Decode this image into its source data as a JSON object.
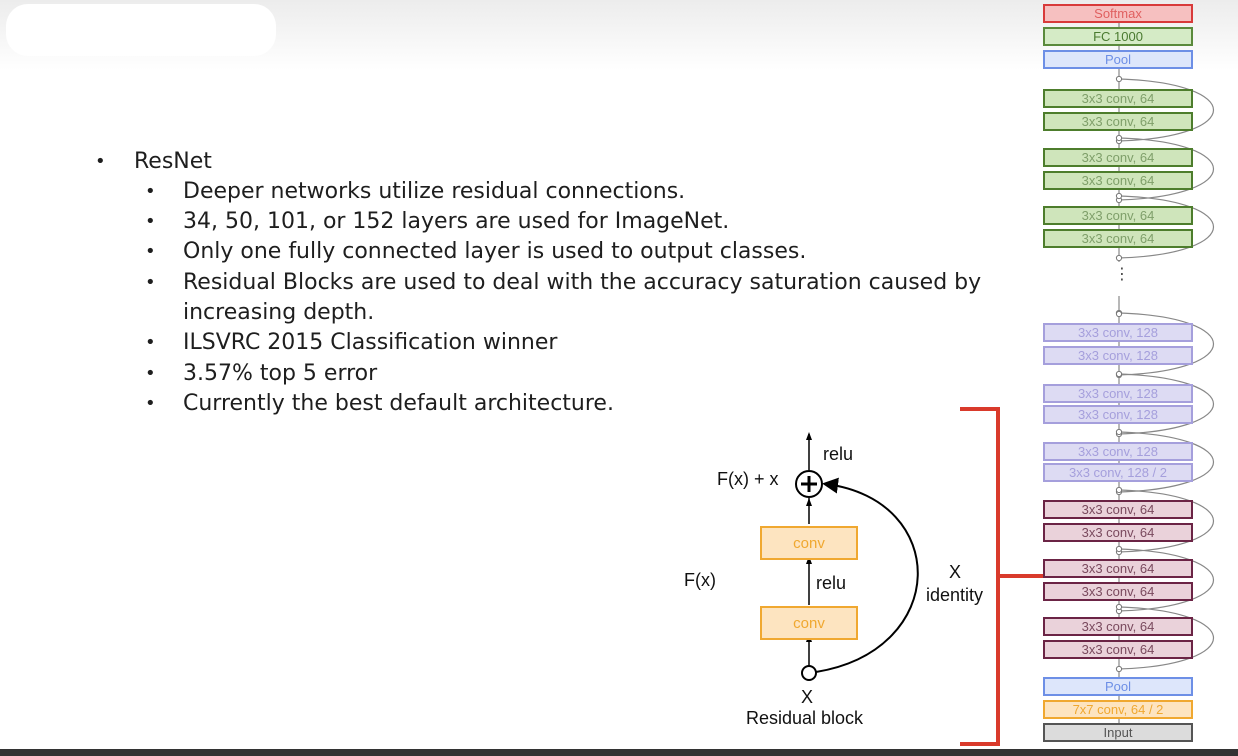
{
  "bullets": {
    "title": "ResNet",
    "items": [
      "Deeper networks utilize residual connections.",
      "34, 50, 101, or 152 layers are used for ImageNet.",
      "Only one fully connected layer is used to output classes.",
      "Residual Blocks are used to deal with the accuracy saturation caused by",
      "increasing depth.",
      "ILSVRC 2015 Classification winner",
      "3.57% top 5 error",
      "Currently the best default architecture."
    ]
  },
  "residual_block": {
    "relu_top": "relu",
    "sum_label": "F(x) + x",
    "conv_top": "conv",
    "relu_mid": "relu",
    "conv_bottom": "conv",
    "fx_label": "F(x)",
    "x_bottom": "X",
    "caption": "Residual block",
    "identity_x": "X",
    "identity_label": "identity"
  },
  "architecture": {
    "layers": [
      {
        "label": "Softmax",
        "fill": "#f6c0c0",
        "border": "#d83a3a",
        "text": "#e06060"
      },
      {
        "label": "FC 1000",
        "fill": "#d5ebc6",
        "border": "#5a8a3c",
        "text": "#4a7a30"
      },
      {
        "label": "Pool",
        "fill": "#dde6fb",
        "border": "#6d8fe6",
        "text": "#6d8fe6"
      },
      {
        "label": "3x3 conv, 64",
        "fill": "#cfe5bb",
        "border": "#4d7d2c",
        "text": "#7f9f6a"
      },
      {
        "label": "3x3 conv, 64",
        "fill": "#cfe5bb",
        "border": "#4d7d2c",
        "text": "#7f9f6a"
      },
      {
        "label": "3x3 conv, 64",
        "fill": "#cfe5bb",
        "border": "#4d7d2c",
        "text": "#7f9f6a"
      },
      {
        "label": "3x3 conv, 64",
        "fill": "#cfe5bb",
        "border": "#4d7d2c",
        "text": "#7f9f6a"
      },
      {
        "label": "3x3 conv, 64",
        "fill": "#cfe5bb",
        "border": "#4d7d2c",
        "text": "#7f9f6a"
      },
      {
        "label": "3x3 conv, 64",
        "fill": "#cfe5bb",
        "border": "#4d7d2c",
        "text": "#7f9f6a"
      },
      {
        "label": "3x3 conv, 128",
        "fill": "#dddbf3",
        "border": "#a59fdc",
        "text": "#a59fdc"
      },
      {
        "label": "3x3 conv, 128",
        "fill": "#dddbf3",
        "border": "#a59fdc",
        "text": "#a59fdc"
      },
      {
        "label": "3x3 conv, 128",
        "fill": "#dddbf3",
        "border": "#a59fdc",
        "text": "#a59fdc"
      },
      {
        "label": "3x3 conv, 128",
        "fill": "#dddbf3",
        "border": "#a59fdc",
        "text": "#a59fdc"
      },
      {
        "label": "3x3 conv, 128",
        "fill": "#dddbf3",
        "border": "#a59fdc",
        "text": "#a59fdc"
      },
      {
        "label": "3x3 conv, 128 / 2",
        "fill": "#dddbf3",
        "border": "#a59fdc",
        "text": "#a59fdc"
      },
      {
        "label": "3x3 conv, 64",
        "fill": "#ead2da",
        "border": "#6b2445",
        "text": "#7a4a5e"
      },
      {
        "label": "3x3 conv, 64",
        "fill": "#ead2da",
        "border": "#6b2445",
        "text": "#7a4a5e"
      },
      {
        "label": "3x3 conv, 64",
        "fill": "#ead2da",
        "border": "#6b2445",
        "text": "#7a4a5e"
      },
      {
        "label": "3x3 conv, 64",
        "fill": "#ead2da",
        "border": "#6b2445",
        "text": "#7a4a5e"
      },
      {
        "label": "3x3 conv, 64",
        "fill": "#ead2da",
        "border": "#6b2445",
        "text": "#7a4a5e"
      },
      {
        "label": "3x3 conv, 64",
        "fill": "#ead2da",
        "border": "#6b2445",
        "text": "#7a4a5e"
      },
      {
        "label": "Pool",
        "fill": "#dde6fb",
        "border": "#6d8fe6",
        "text": "#6d8fe6"
      },
      {
        "label": "7x7 conv, 64 / 2",
        "fill": "#fde4c0",
        "border": "#f0a830",
        "text": "#f0a830"
      },
      {
        "label": "Input",
        "fill": "#dcdcdc",
        "border": "#555555",
        "text": "#555555"
      }
    ],
    "ellipsis": "⋮"
  },
  "colors": {
    "bracket": "#d93a2b",
    "text": "#1e1e1e"
  }
}
